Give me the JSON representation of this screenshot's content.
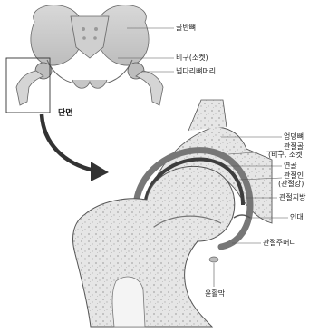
{
  "labels": {
    "pelvis": "골반뼈",
    "acetabulum": "비구(소켓)",
    "femoral_head_top": "넙다리뼈머리",
    "cross_section": "단면",
    "hip_bone": "엉덩뼈",
    "articular_cartilage_line1": "관절골",
    "articular_cartilage_line2": "(비구, 소켓",
    "cartilage": "연골",
    "joint_cavity_line1": "관절인",
    "joint_cavity_line2": "(관절강)",
    "fat_pad": "관절지방",
    "ligament": "인대",
    "capsule": "관절주머니",
    "synovium": "윤활막"
  }
}
